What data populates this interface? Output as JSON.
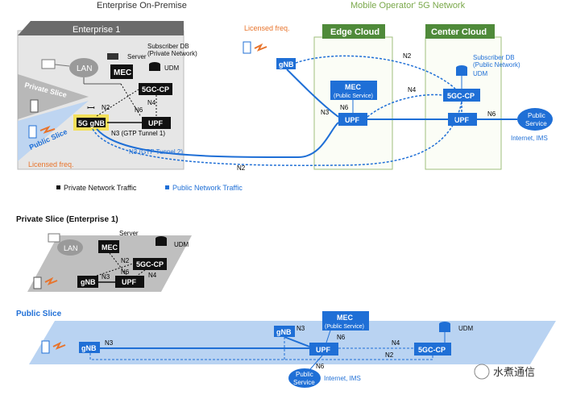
{
  "headers": {
    "enterprise_onprem": "Enterprise On-Premise",
    "mobile_operator": "Mobile Operator' 5G Network",
    "enterprise1": "Enterprise 1",
    "edge_cloud": "Edge Cloud",
    "center_cloud": "Center Cloud"
  },
  "labels": {
    "lan": "LAN",
    "mec": "MEC",
    "server": "Server",
    "subscriber_db_private_1": "Subscriber DB",
    "subscriber_db_private_2": "(Private Network)",
    "udm": "UDM",
    "fivegc_cp": "5GC-CP",
    "upf": "UPF",
    "fiveg_gnb": "5G gNB",
    "gnb": "gNB",
    "private_slice": "Private Slice",
    "public_slice": "Public Slice",
    "licensed_freq": "Licensed freq.",
    "mec_public_1": "MEC",
    "mec_public_2": "(Public Service)",
    "subscriber_db_public_1": "Subscriber DB",
    "subscriber_db_public_2": "(Public Network)",
    "public_service_1": "Public",
    "public_service_2": "Service",
    "internet_ims": "Internet, IMS",
    "n2": "N2",
    "n3": "N3",
    "n4": "N4",
    "n6": "N6",
    "n3_gtp1": "N3 (GTP Tunnel 1)",
    "n3_gtp2": "N3 (GTP Tunnel 2)"
  },
  "legend": {
    "private_traffic": "Private Network Traffic",
    "public_traffic": "Public Network Traffic"
  },
  "sections": {
    "private_slice_title": "Private Slice (Enterprise 1)",
    "public_slice_title": "Public Slice"
  },
  "watermark": "水煮通信",
  "colors": {
    "blue": "#1f6fd6",
    "dark": "#111111",
    "orange": "#e8742c",
    "green_text": "#7aa84a",
    "edge_header": "#4f8a3a",
    "slice_blue": "#b9d3f2",
    "slice_gray": "#bfbfbf"
  }
}
